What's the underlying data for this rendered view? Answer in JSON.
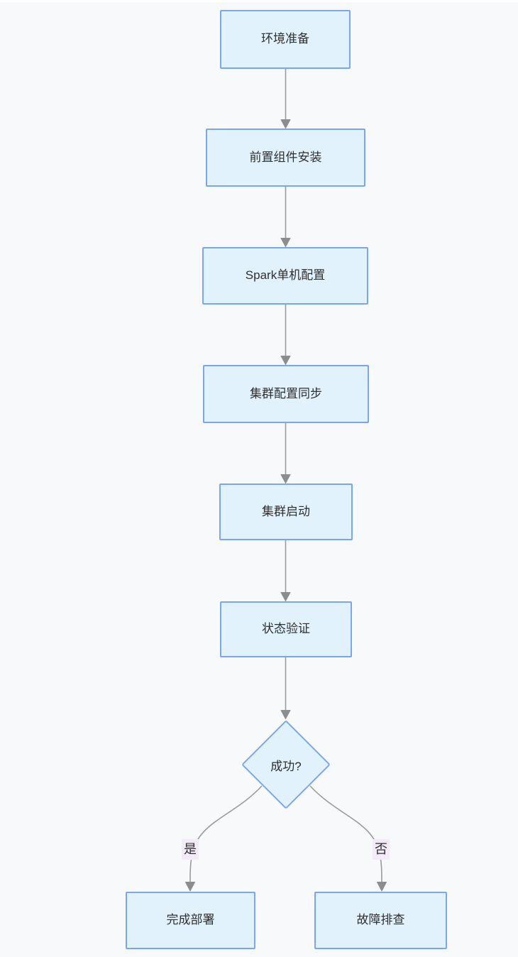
{
  "diagram": {
    "type": "flowchart",
    "direction": "top-down",
    "nodes": [
      {
        "id": "env_prep",
        "label": "环境准备",
        "shape": "rect"
      },
      {
        "id": "pre_components",
        "label": "前置组件安装",
        "shape": "rect"
      },
      {
        "id": "spark_single",
        "label": "Spark单机配置",
        "shape": "rect"
      },
      {
        "id": "cluster_sync",
        "label": "集群配置同步",
        "shape": "rect"
      },
      {
        "id": "cluster_start",
        "label": "集群启动",
        "shape": "rect"
      },
      {
        "id": "status_verify",
        "label": "状态验证",
        "shape": "rect"
      },
      {
        "id": "success",
        "label": "成功?",
        "shape": "diamond"
      },
      {
        "id": "deploy_done",
        "label": "完成部署",
        "shape": "rect"
      },
      {
        "id": "troubleshoot",
        "label": "故障排查",
        "shape": "rect"
      }
    ],
    "edges": [
      {
        "from": "env_prep",
        "to": "pre_components",
        "label": ""
      },
      {
        "from": "pre_components",
        "to": "spark_single",
        "label": ""
      },
      {
        "from": "spark_single",
        "to": "cluster_sync",
        "label": ""
      },
      {
        "from": "cluster_sync",
        "to": "cluster_start",
        "label": ""
      },
      {
        "from": "cluster_start",
        "to": "status_verify",
        "label": ""
      },
      {
        "from": "status_verify",
        "to": "success",
        "label": ""
      },
      {
        "from": "success",
        "to": "deploy_done",
        "label": "是"
      },
      {
        "from": "success",
        "to": "troubleshoot",
        "label": "否"
      }
    ],
    "colors": {
      "background": "#f8f9fa",
      "node_fill": "#e1f2fd",
      "node_border": "#7aa6ee",
      "edge": "#9b9b9b",
      "arrow": "#8d8d8d",
      "text": "#2f2f2f",
      "edge_label_bg": "#f4ebf8"
    }
  }
}
